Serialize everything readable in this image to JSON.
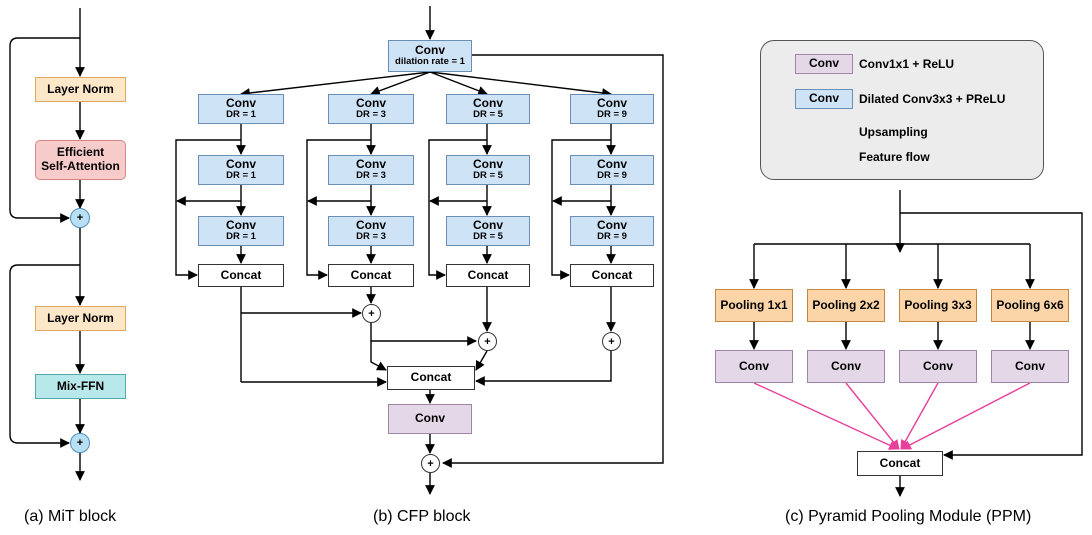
{
  "mit": {
    "layer_norm_1": "Layer Norm",
    "attention_line1": "Efficient",
    "attention_line2": "Self-Attention",
    "layer_norm_2": "Layer Norm",
    "mix_ffn": "Mix-FFN",
    "plus": "+",
    "caption": "(a) MiT block"
  },
  "cfp": {
    "top_conv_title": "Conv",
    "top_conv_sub": "dilation rate = 1",
    "conv_title": "Conv",
    "branches": [
      {
        "dr": "DR = 1"
      },
      {
        "dr": "DR = 3"
      },
      {
        "dr": "DR = 5"
      },
      {
        "dr": "DR = 9"
      }
    ],
    "concat": "Concat",
    "final_conv": "Conv",
    "plus": "+",
    "caption": "(b) CFP block"
  },
  "ppm": {
    "pools": [
      "Pooling 1x1",
      "Pooling 2x2",
      "Pooling 3x3",
      "Pooling 6x6"
    ],
    "conv": "Conv",
    "concat": "Concat",
    "caption": "(c) Pyramid Pooling Module (PPM)",
    "legend": {
      "conv_swatch": "Conv",
      "conv1x1": "Conv1x1 + ReLU",
      "dilated_swatch": "Conv",
      "dilated": "Dilated Conv3x3 + PReLU",
      "upsampling": "Upsampling",
      "feature_flow": "Feature flow"
    }
  },
  "colors": {
    "blue_conv": "#cfe3f7",
    "purple_conv": "#e3d7e8",
    "pooling": "#fbd5a8",
    "layer_norm": "#fde7c9",
    "attention": "#f8cbcb",
    "mix_ffn": "#b8e9ea",
    "upsampling_arrow": "#e8409a",
    "feature_arrow": "#000000"
  }
}
